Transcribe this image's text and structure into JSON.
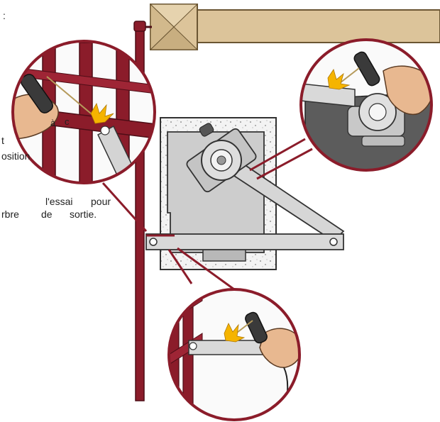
{
  "text_fragments": {
    "colon": ":",
    "a_fragment": "à",
    "c_fragment": "c",
    "t_fragment": "t",
    "position_fragment": "osition",
    "essai_word": "l'essai",
    "pour_word": "pour",
    "arbre_fragment": "rbre",
    "de_word": "de",
    "sortie_word": "sortie."
  },
  "colors": {
    "gate_red": "#8b1c2a",
    "beam_tan": "#dcc49a",
    "metal_grey": "#c8c8c8",
    "concrete": "#f1f1f1",
    "skin": "#e8b890",
    "spark": "#f5b400"
  }
}
